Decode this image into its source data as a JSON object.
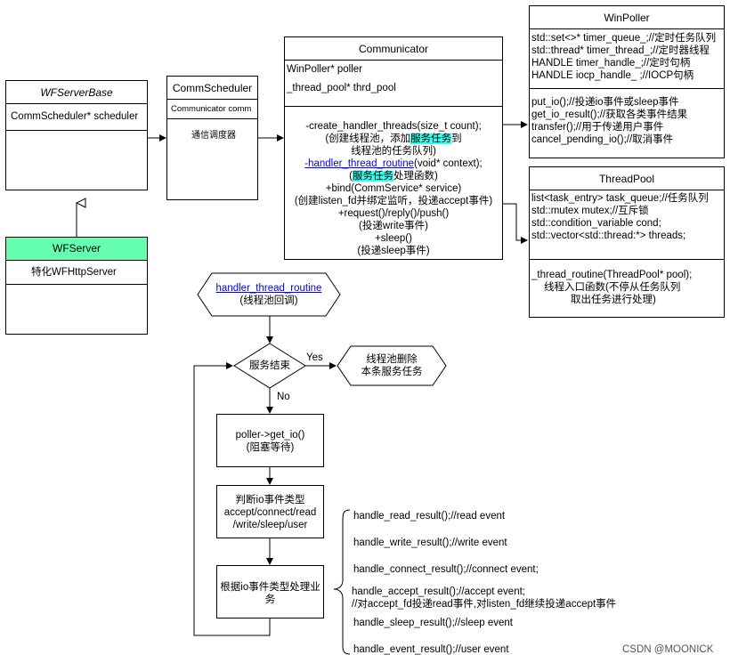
{
  "wfserverbase": {
    "title": "WFServerBase",
    "field": "CommScheduler* scheduler"
  },
  "wfserver": {
    "title": "WFServer",
    "field": "特化WFHttpServer",
    "header_color": "#66ffb2"
  },
  "commscheduler": {
    "title": "CommScheduler",
    "field": "Communicator comm",
    "desc": "通信调度器"
  },
  "communicator": {
    "title": "Communicator",
    "fields": [
      "WinPoller* poller",
      "_thread_pool* thrd_pool"
    ],
    "m1": "-create_handler_threads(size_t count);",
    "m2_pre": "(创建线程池，添加",
    "m2_hl": "服务任务",
    "m2_post": "到",
    "m3": "线程池的任务队列)",
    "m4_link": "-handler_thread_routine",
    "m4_post": "(void* context);",
    "m5_pre": "(",
    "m5_hl": "服务任务",
    "m5_post": "处理函数)",
    "m6": "+bind(CommService* service)",
    "m7": "(创建listen_fd并绑定监听，投递accept事件)",
    "m8": "+request()/reply()/push()",
    "m9": "(投递write事件)",
    "m10": "+sleep()",
    "m11": "(投递sleep事件)",
    "highlight_color": "#33ffee"
  },
  "winpoller": {
    "title": "WinPoller",
    "fields": [
      "std::set<>* timer_queue_;//定时任务队列",
      "std::thread* timer_thread_;//定时器线程",
      "HANDLE timer_handle_;//定时句柄",
      "HANDLE iocp_handle_ ;//IOCP句柄"
    ],
    "methods": [
      "put_io();//投递io事件或sleep事件",
      "get_io_result();//获取各类事件结果",
      "transfer();//用于传递用户事件",
      "cancel_pending_io();//取消事件"
    ]
  },
  "threadpool": {
    "title": "ThreadPool",
    "fields": [
      "list<task_entry> task_queue;//任务队列",
      "std::mutex mutex;//互斥锁",
      "std::condition_variable cond;",
      "std::vector<std::thread:*> threads;"
    ],
    "method": "_thread_routine(ThreadPool* pool);",
    "method_desc1": "线程入口函数(不停从任务队列",
    "method_desc2": "取出任务进行处理)"
  },
  "flow": {
    "start_link": "handler_thread_routine",
    "start_sub": "(线程池回调)",
    "decision": "服务结束",
    "yes": "Yes",
    "no": "No",
    "end1": "线程池删除",
    "end2": "本条服务任务",
    "step1a": "poller->get_io()",
    "step1b": "(阻塞等待)",
    "step2a": "判断io事件类型",
    "step2b": "accept/connect/read",
    "step2c": "/write/sleep/user",
    "step3a": "根据io事件类型处理业",
    "step3b": "务"
  },
  "handlers": [
    "handle_read_result();//read event",
    "handle_write_result();//write event",
    "handle_connect_result();//connect event;",
    "handle_accept_result();//accept event;",
    "//对accept_fd投递read事件,对listen_fd继续投递accept事件",
    "handle_sleep_result();//sleep event",
    "handle_event_result();//user event"
  ],
  "watermark": "CSDN @MOONICK"
}
